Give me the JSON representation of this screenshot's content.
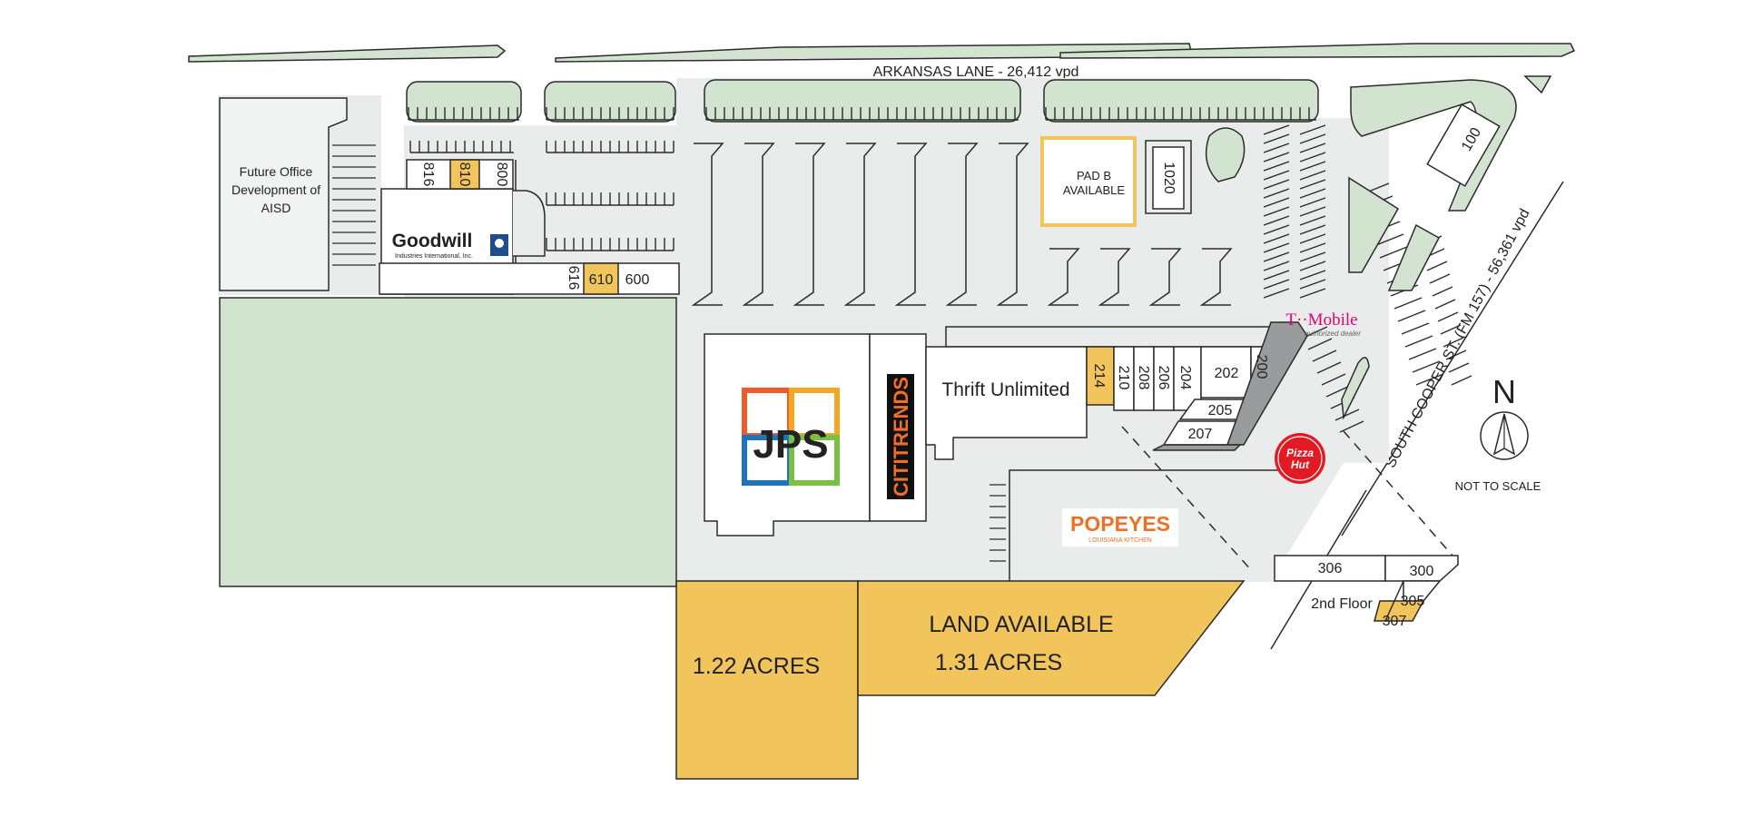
{
  "roads": {
    "north": "ARKANSAS LANE - 26,412 vpd",
    "east": "SOUTH COOPER ST. (FM 157) - 56,361 vpd"
  },
  "parcels": {
    "future_office": [
      "Future Office",
      "Development of",
      "AISD"
    ],
    "pad_b": [
      "PAD B",
      "AVAILABLE"
    ],
    "land_available": {
      "title": "LAND AVAILABLE",
      "west_acres": "1.22 ACRES",
      "east_acres": "1.31 ACRES"
    }
  },
  "tenants": {
    "goodwill": {
      "name": "Goodwill",
      "tagline": "Industries International, Inc."
    },
    "jps": "JPS",
    "citi_trends": "CITITRENDS",
    "thrift": "Thrift Unlimited",
    "popeyes": {
      "name": "POPEYES",
      "tagline": "LOUISIANA KITCHEN"
    },
    "tmobile": {
      "name": "T··Mobile",
      "tagline": "authorized dealer"
    },
    "pizza_hut": [
      "Pizza",
      "Hut"
    ]
  },
  "units": {
    "u816": "816",
    "u810": "810",
    "u800": "800",
    "u616": "616",
    "u610": "610",
    "u600": "600",
    "u1020": "1020",
    "u100": "100",
    "u214": "214",
    "u210": "210",
    "u208": "208",
    "u206": "206",
    "u204": "204",
    "u202": "202",
    "u200": "200",
    "u205": "205",
    "u207": "207",
    "u306": "306",
    "u300": "300",
    "u305": "305",
    "u307": "307",
    "second_floor": "2nd Floor"
  },
  "legend": {
    "north": "N",
    "scale_note": "NOT TO SCALE"
  },
  "colors": {
    "available": "#F2C45C",
    "landscape": "#D2E3D0",
    "paving": "#E9ECEB",
    "outline": "#2B2B2B",
    "popeyes": "#F26F21",
    "pizza_hut": "#E21A23",
    "tmobile": "#E20074",
    "jps_orange": "#F05A28",
    "jps_green": "#7AC143",
    "jps_blue": "#1B75BC"
  }
}
